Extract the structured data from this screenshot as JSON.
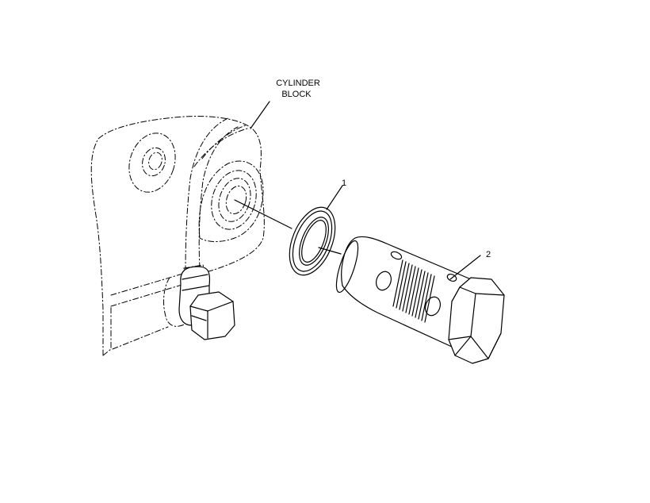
{
  "labels": {
    "cylinder_block_line1": "CYLINDER",
    "cylinder_block_line2": "BLOCK",
    "callout_1": "1",
    "callout_2": "2"
  },
  "colors": {
    "line": "#000000",
    "background": "#ffffff"
  }
}
